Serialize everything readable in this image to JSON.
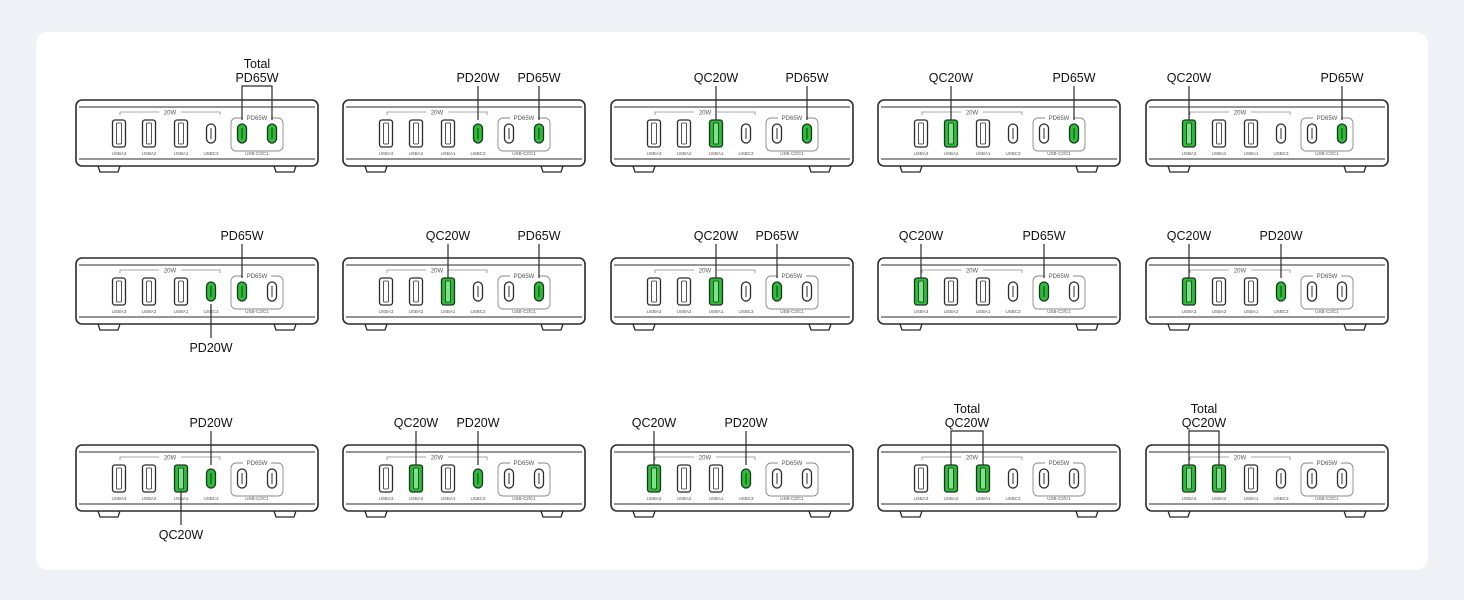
{
  "colors": {
    "background": "#eef2f6",
    "card": "#ffffff",
    "outline": "#2b2b2b",
    "active_port": "#22c32e",
    "port_label": "#555555",
    "group_line": "#8a8a8a"
  },
  "port_labels": [
    "USBA3",
    "USBA2",
    "USBA1",
    "USBC3",
    "USB-C2/C1"
  ],
  "group_labels": {
    "left": "20W",
    "right": "PD65W"
  },
  "port_order": [
    "A3",
    "A2",
    "A1",
    "C3",
    "C2",
    "C1"
  ],
  "configurations": [
    {
      "active": [
        "C2",
        "C1"
      ],
      "callouts": [
        {
          "text": [
            "Total",
            "PD65W"
          ],
          "ports": [
            "C2",
            "C1"
          ],
          "pos": "top"
        }
      ]
    },
    {
      "active": [
        "C3",
        "C1"
      ],
      "callouts": [
        {
          "text": [
            "PD20W"
          ],
          "ports": [
            "C3"
          ],
          "pos": "top"
        },
        {
          "text": [
            "PD65W"
          ],
          "ports": [
            "C1"
          ],
          "pos": "top"
        }
      ]
    },
    {
      "active": [
        "A1",
        "C1"
      ],
      "callouts": [
        {
          "text": [
            "QC20W"
          ],
          "ports": [
            "A1"
          ],
          "pos": "top"
        },
        {
          "text": [
            "PD65W"
          ],
          "ports": [
            "C1"
          ],
          "pos": "top"
        }
      ]
    },
    {
      "active": [
        "A2",
        "C1"
      ],
      "callouts": [
        {
          "text": [
            "QC20W"
          ],
          "ports": [
            "A2"
          ],
          "pos": "top"
        },
        {
          "text": [
            "PD65W"
          ],
          "ports": [
            "C1"
          ],
          "pos": "top"
        }
      ]
    },
    {
      "active": [
        "A3",
        "C1"
      ],
      "callouts": [
        {
          "text": [
            "QC20W"
          ],
          "ports": [
            "A3"
          ],
          "pos": "top"
        },
        {
          "text": [
            "PD65W"
          ],
          "ports": [
            "C1"
          ],
          "pos": "top"
        }
      ]
    },
    {
      "active": [
        "C3",
        "C2"
      ],
      "callouts": [
        {
          "text": [
            "PD65W"
          ],
          "ports": [
            "C2"
          ],
          "pos": "top"
        },
        {
          "text": [
            "PD20W"
          ],
          "ports": [
            "C3"
          ],
          "pos": "bottom"
        }
      ]
    },
    {
      "active": [
        "A1",
        "C1"
      ],
      "callouts": [
        {
          "text": [
            "QC20W"
          ],
          "ports": [
            "A1"
          ],
          "pos": "top"
        },
        {
          "text": [
            "PD65W"
          ],
          "ports": [
            "C1"
          ],
          "pos": "top"
        }
      ]
    },
    {
      "active": [
        "A1",
        "C2"
      ],
      "callouts": [
        {
          "text": [
            "QC20W"
          ],
          "ports": [
            "A1"
          ],
          "pos": "top"
        },
        {
          "text": [
            "PD65W"
          ],
          "ports": [
            "C2"
          ],
          "pos": "top"
        }
      ]
    },
    {
      "active": [
        "A3",
        "C2"
      ],
      "callouts": [
        {
          "text": [
            "QC20W"
          ],
          "ports": [
            "A3"
          ],
          "pos": "top"
        },
        {
          "text": [
            "PD65W"
          ],
          "ports": [
            "C2"
          ],
          "pos": "top"
        }
      ]
    },
    {
      "active": [
        "A3",
        "C3"
      ],
      "callouts": [
        {
          "text": [
            "QC20W"
          ],
          "ports": [
            "A3"
          ],
          "pos": "top"
        },
        {
          "text": [
            "PD20W"
          ],
          "ports": [
            "C3"
          ],
          "pos": "top"
        }
      ]
    },
    {
      "active": [
        "A1",
        "C3"
      ],
      "callouts": [
        {
          "text": [
            "PD20W"
          ],
          "ports": [
            "C3"
          ],
          "pos": "top"
        },
        {
          "text": [
            "QC20W"
          ],
          "ports": [
            "A1"
          ],
          "pos": "bottom"
        }
      ]
    },
    {
      "active": [
        "A2",
        "C3"
      ],
      "callouts": [
        {
          "text": [
            "QC20W"
          ],
          "ports": [
            "A2"
          ],
          "pos": "top"
        },
        {
          "text": [
            "PD20W"
          ],
          "ports": [
            "C3"
          ],
          "pos": "top"
        }
      ]
    },
    {
      "active": [
        "A3",
        "C3"
      ],
      "callouts": [
        {
          "text": [
            "QC20W"
          ],
          "ports": [
            "A3"
          ],
          "pos": "top"
        },
        {
          "text": [
            "PD20W"
          ],
          "ports": [
            "C3"
          ],
          "pos": "top"
        }
      ]
    },
    {
      "active": [
        "A2",
        "A1"
      ],
      "callouts": [
        {
          "text": [
            "Total",
            "QC20W"
          ],
          "ports": [
            "A2",
            "A1"
          ],
          "pos": "top"
        }
      ]
    },
    {
      "active": [
        "A3",
        "A2"
      ],
      "callouts": [
        {
          "text": [
            "Total",
            "QC20W"
          ],
          "ports": [
            "A3",
            "A2"
          ],
          "pos": "top"
        }
      ]
    }
  ]
}
